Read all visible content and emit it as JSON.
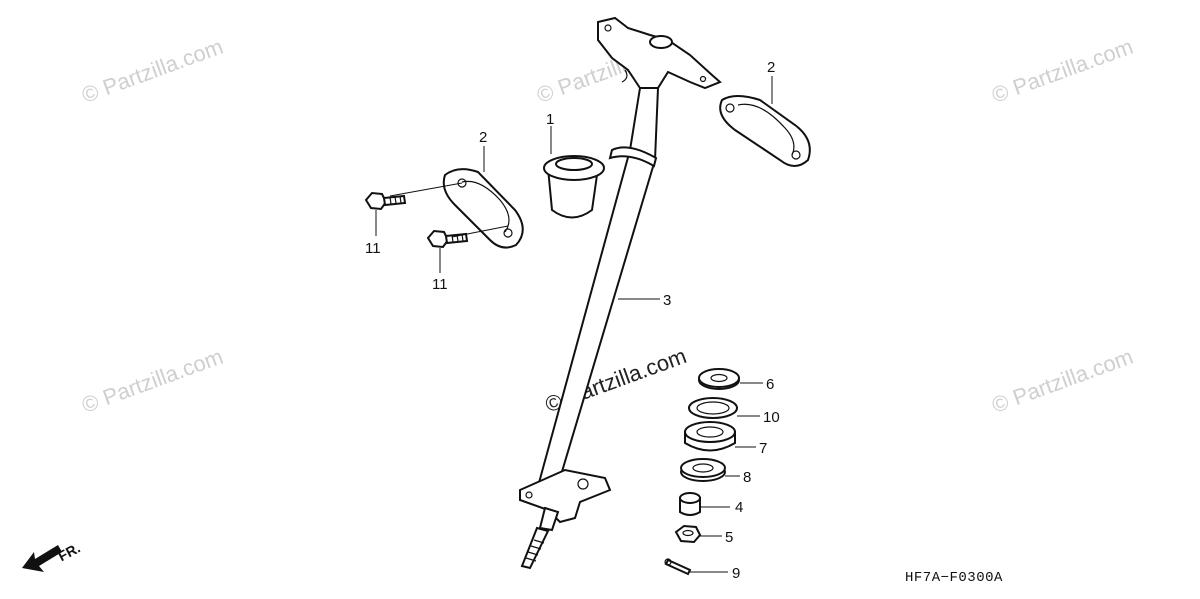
{
  "watermarks": {
    "tl": "© Partzilla.com",
    "tc": "© Partzilla.com",
    "tr": "© Partzilla.com",
    "ml": "© Partzilla.com",
    "mr": "© Partzilla.com",
    "center": "© Partzilla.com"
  },
  "callouts": {
    "c1": "1",
    "c2a": "2",
    "c2b": "2",
    "c3": "3",
    "c4": "4",
    "c5": "5",
    "c6": "6",
    "c7": "7",
    "c8": "8",
    "c9": "9",
    "c10": "10",
    "c11a": "11",
    "c11b": "11"
  },
  "diagram_code": "HF7A−F0300A",
  "direction_label": "FR."
}
